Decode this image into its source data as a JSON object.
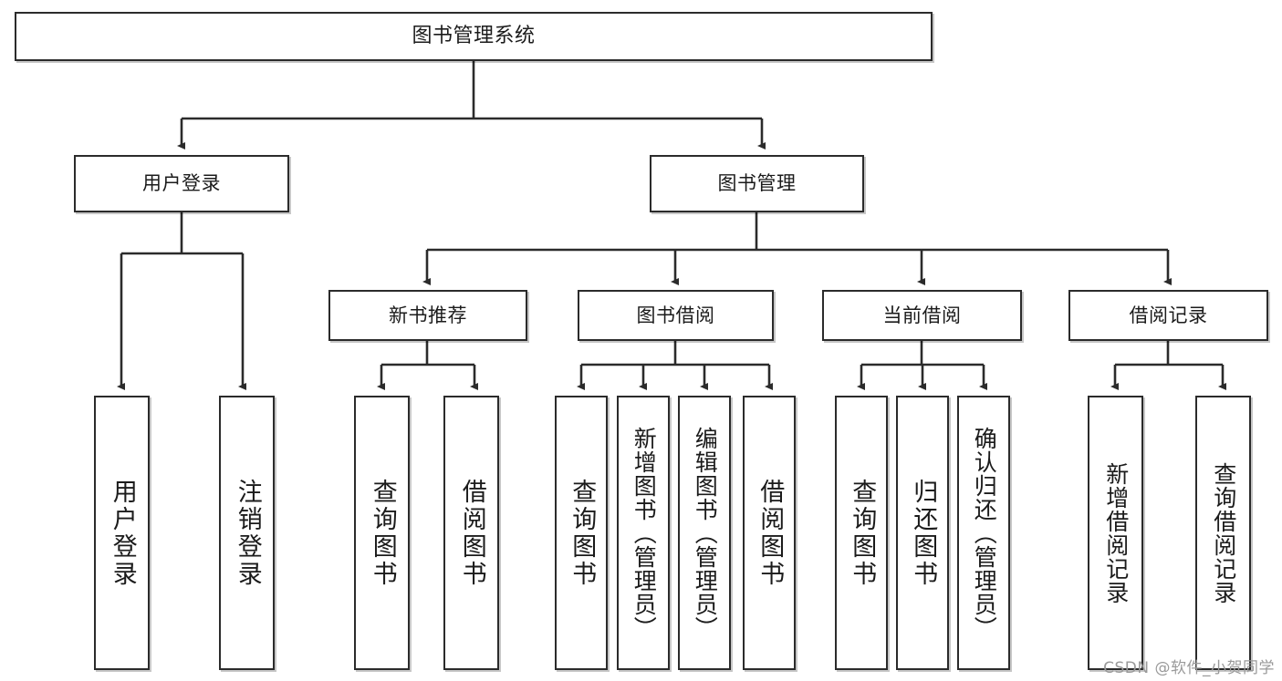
{
  "diagram": {
    "title": "图书管理系统",
    "type": "tree-hierarchy-diagram",
    "root": {
      "id": "root",
      "label": "图书管理系统"
    },
    "level1": [
      {
        "id": "user-login",
        "label": "用户登录"
      },
      {
        "id": "book-manage",
        "label": "图书管理"
      }
    ],
    "level2": [
      {
        "id": "new-book-rec",
        "label": "新书推荐",
        "parent": "book-manage"
      },
      {
        "id": "book-borrow",
        "label": "图书借阅",
        "parent": "book-manage"
      },
      {
        "id": "current-borrow",
        "label": "当前借阅",
        "parent": "book-manage"
      },
      {
        "id": "borrow-record",
        "label": "借阅记录",
        "parent": "book-manage"
      }
    ],
    "leaves": [
      {
        "id": "leaf-user-login",
        "label": "用户登录",
        "parent": "user-login"
      },
      {
        "id": "leaf-logout",
        "label": "注销登录",
        "parent": "user-login"
      },
      {
        "id": "leaf-query-book-1",
        "label": "查询图书",
        "parent": "new-book-rec"
      },
      {
        "id": "leaf-borrow-book-1",
        "label": "借阅图书",
        "parent": "new-book-rec"
      },
      {
        "id": "leaf-query-book-2",
        "label": "查询图书",
        "parent": "book-borrow"
      },
      {
        "id": "leaf-add-book",
        "label": "新增图书（管理员）",
        "parent": "book-borrow"
      },
      {
        "id": "leaf-edit-book",
        "label": "编辑图书（管理员）",
        "parent": "book-borrow"
      },
      {
        "id": "leaf-borrow-book-2",
        "label": "借阅图书",
        "parent": "book-borrow"
      },
      {
        "id": "leaf-query-book-3",
        "label": "查询图书",
        "parent": "current-borrow"
      },
      {
        "id": "leaf-return-book",
        "label": "归还图书",
        "parent": "current-borrow"
      },
      {
        "id": "leaf-confirm-return",
        "label": "确认归还（管理员）",
        "parent": "current-borrow"
      },
      {
        "id": "leaf-add-record",
        "label": "新增借阅记录",
        "parent": "borrow-record"
      },
      {
        "id": "leaf-query-record",
        "label": "查询借阅记录",
        "parent": "borrow-record"
      }
    ]
  },
  "watermark": {
    "text": "CSDN @软件_小贺同学"
  },
  "colors": {
    "box_border": "#2b2b2b",
    "box_fill": "#ffffff",
    "connector": "#2b2b2b",
    "text": "#1b1b1b",
    "watermark": "#9a9a9a"
  }
}
